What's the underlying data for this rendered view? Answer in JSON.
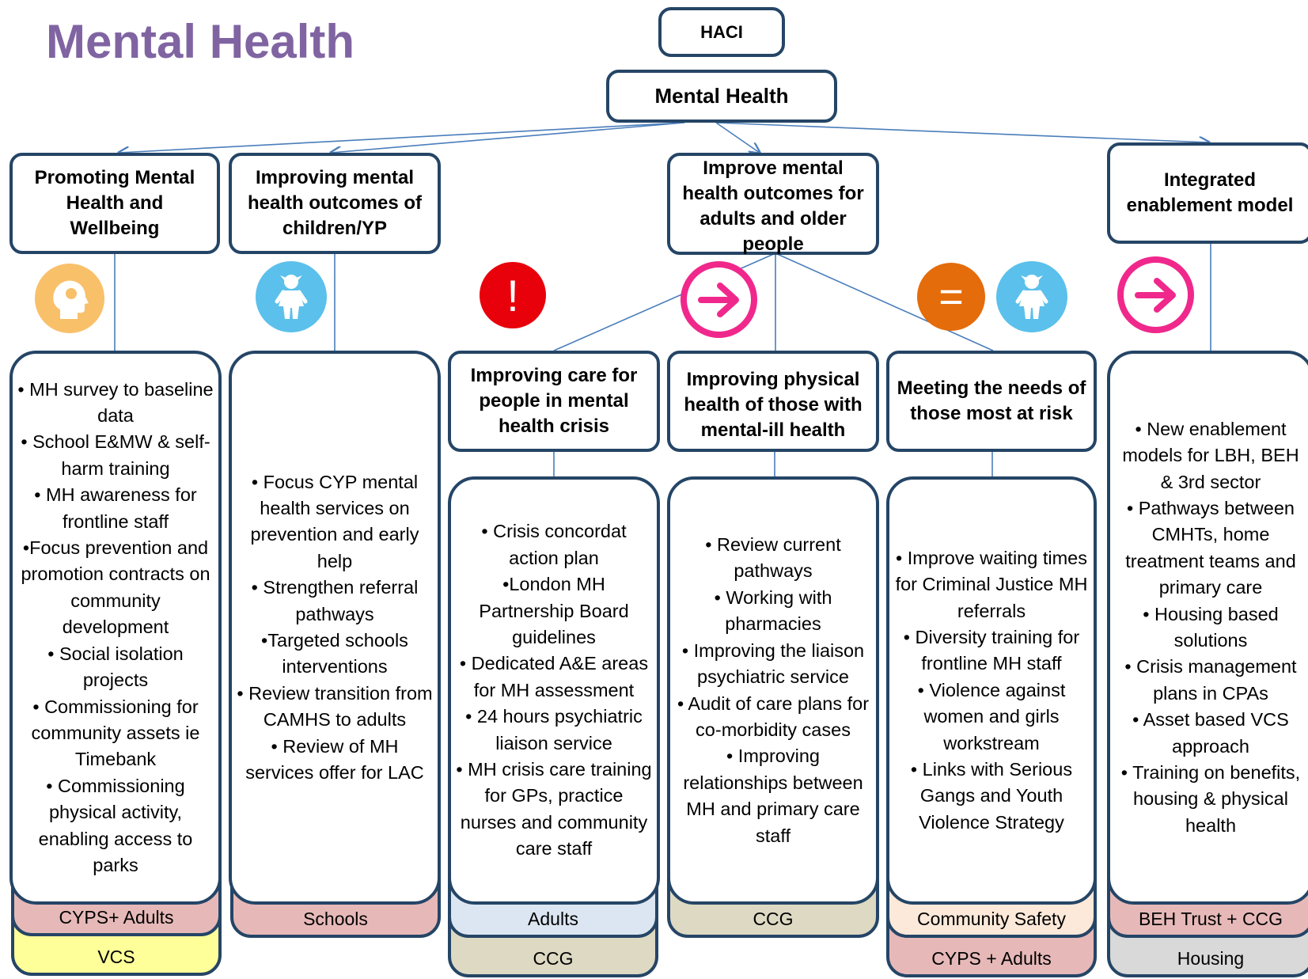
{
  "page_title": "Mental Health",
  "root": "HACI",
  "main": "Mental Health",
  "columns": [
    {
      "header": "Promoting Mental Health and Wellbeing",
      "items": [
        "• MH survey to baseline data",
        "• School E&MW & self-harm training",
        "• MH awareness for frontline staff",
        "•Focus prevention and promotion contracts on community development",
        "• Social isolation projects",
        "• Commissioning for community assets ie Timebank",
        "• Commissioning physical activity, enabling access to parks"
      ],
      "tags": [
        "CYPS+ Adults",
        "VCS"
      ],
      "icon": "head-brain-icon"
    },
    {
      "header": "Improving mental health outcomes of children/YP",
      "items": [
        "• Focus CYP mental health services on prevention and early help",
        "• Strengthen referral pathways",
        "•Targeted schools interventions",
        "• Review transition from CAMHS to adults",
        "• Review of MH services offer for LAC"
      ],
      "tags": [
        "Schools"
      ],
      "icon": "child-icon"
    },
    {
      "header": "Improving care for people in mental health crisis",
      "items": [
        "• Crisis concordat action plan",
        "•London MH Partnership Board guidelines",
        "• Dedicated A&E areas for MH assessment",
        "• 24 hours psychiatric liaison service",
        "• MH crisis care training for GPs, practice nurses and community care staff"
      ],
      "tags": [
        "Adults",
        "CCG"
      ],
      "icon": "exclamation-icon",
      "icon_glyph": "!"
    },
    {
      "header": "Improving physical health of those with mental-ill health",
      "items": [
        "• Review current pathways",
        "• Working with pharmacies",
        "• Improving the liaison psychiatric service",
        "• Audit of care plans for co-morbidity cases",
        "• Improving relationships between MH and primary care staff"
      ],
      "tags": [
        "CCG"
      ],
      "icon": "arrow-right-icon"
    },
    {
      "header": "Meeting the needs of those most at risk",
      "items": [
        "• Improve waiting times for Criminal Justice MH referrals",
        "• Diversity training for frontline MH staff",
        "• Violence against women and girls workstream",
        "• Links with Serious Gangs and Youth Violence Strategy"
      ],
      "tags": [
        "Community Safety",
        "CYPS + Adults"
      ],
      "icons": [
        "equals-icon",
        "child-icon"
      ],
      "icon_glyph": "="
    },
    {
      "header": "Integrated enablement model",
      "items": [
        "• New enablement models for LBH, BEH & 3rd sector",
        "• Pathways between CMHTs, home treatment teams and primary care",
        "• Housing based solutions",
        "• Crisis management plans in CPAs",
        "• Asset based VCS approach",
        "• Training on benefits, housing & physical health"
      ],
      "tags": [
        "BEH Trust + CCG",
        "Housing"
      ],
      "icon": "arrow-right-icon"
    },
    {
      "header": "Improve mental health outcomes for adults and older people"
    }
  ],
  "colors": {
    "title": "#8064a2",
    "border": "#254566",
    "line": "#4a7ebb",
    "orange_icon": "#f9c06a",
    "blue_icon": "#5bc0eb",
    "red_icon": "#e8000b",
    "magenta_icon": "#f0288c",
    "dark_orange_icon": "#e46c0a",
    "tag_pink": "#e6b9b8",
    "tag_yellow": "#ffff99",
    "tag_blue": "#dce6f2",
    "tag_tan": "#ddd9c3",
    "tag_peach": "#fde9d9",
    "tag_grey": "#d9d9d9"
  }
}
